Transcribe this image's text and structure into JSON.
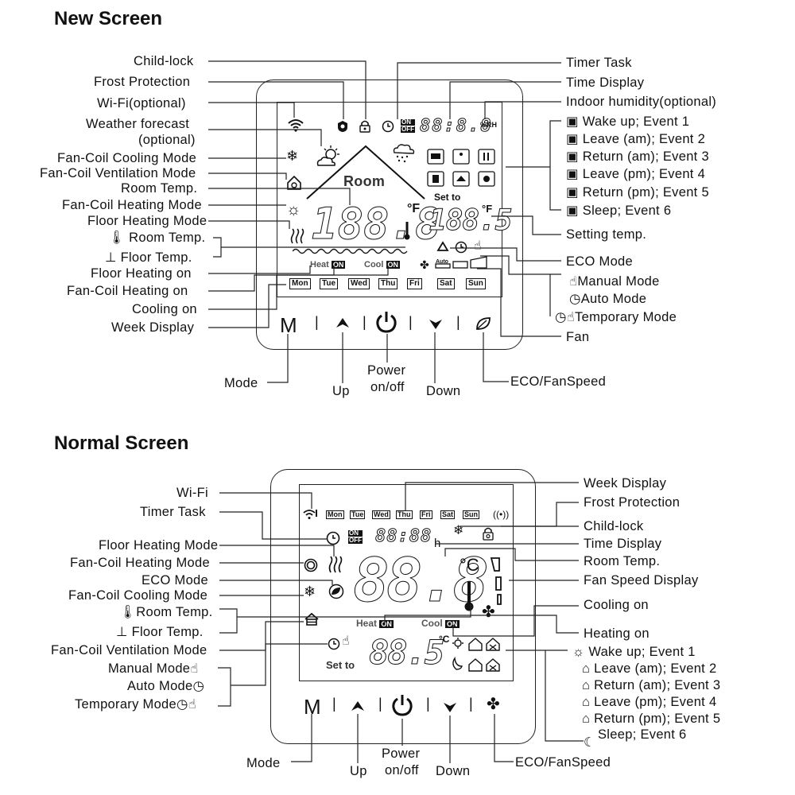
{
  "new_screen": {
    "title": "New Screen",
    "labels_left": {
      "child_lock": "Child-lock",
      "frost_protection": "Frost Protection",
      "wifi": "Wi-Fi(optional)",
      "weather_1": "Weather forecast",
      "weather_2": "(optional)",
      "fancoil_cooling_mode": "Fan-Coil Cooling Mode",
      "fancoil_ventilation_mode": "Fan-Coil Ventilation Mode",
      "room_temp": "Room Temp.",
      "fancoil_heating_mode": "Fan-Coil Heating Mode",
      "floor_heating_mode": "Floor Heating Mode",
      "room_temp_sensor": "Room Temp.",
      "floor_temp_sensor": "Floor Temp.",
      "floor_heating_on": "Floor Heating on",
      "fancoil_heating_on": "Fan-Coil Heating on",
      "cooling_on": "Cooling on",
      "week_display": "Week Display"
    },
    "labels_right": {
      "timer_task": "Timer Task",
      "time_display": "Time Display",
      "indoor_humidity": "Indoor humidity(optional)",
      "events": [
        "Wake up; Event 1",
        "Leave (am); Event 2",
        "Return (am); Event 3",
        "Leave (pm); Event 4",
        "Return (pm); Event 5",
        "Sleep; Event 6"
      ],
      "setting_temp": "Setting temp.",
      "eco_mode": "ECO Mode",
      "manual_mode": "Manual Mode",
      "auto_mode": "Auto Mode",
      "temporary_mode": "Temporary Mode",
      "fan": "Fan"
    },
    "buttons": {
      "mode_symbol": "M",
      "mode": "Mode",
      "up": "Up",
      "power_1": "Power",
      "power_2": "on/off",
      "down": "Down",
      "eco_fanspeed": "ECO/FanSpeed"
    },
    "lcd": {
      "room": "Room",
      "set_to": "Set to",
      "main_digits": "188.8",
      "set_digits": "188.5",
      "time_digits": "88:8.8",
      "unit_f": "°F",
      "heat": "Heat",
      "cool": "Cool",
      "on": "ON",
      "off": "OFF",
      "auto": "Auto",
      "percent_rh": "%RH",
      "days": [
        "Mon",
        "Tue",
        "Wed",
        "Thu",
        "Fri",
        "Sat",
        "Sun"
      ]
    }
  },
  "normal_screen": {
    "title": "Normal Screen",
    "labels_left": {
      "wifi": "Wi-Fi",
      "timer_task": "Timer Task",
      "floor_heating_mode": "Floor Heating Mode",
      "fancoil_heating_mode": "Fan-Coil Heating Mode",
      "eco_mode": "ECO Mode",
      "fancoil_cooling_mode": "Fan-Coil Cooling Mode",
      "room_temp": "Room Temp.",
      "floor_temp": "Floor Temp.",
      "fancoil_ventilation_mode": "Fan-Coil Ventilation Mode",
      "manual_mode": "Manual Mode",
      "auto_mode": "Auto Mode",
      "temporary_mode": "Temporary Mode"
    },
    "labels_right": {
      "week_display": "Week Display",
      "frost_protection": "Frost Protection",
      "child_lock": "Child-lock",
      "time_display": "Time Display",
      "room_temp": "Room Temp.",
      "fan_speed_display": "Fan Speed Display",
      "cooling_on": "Cooling on",
      "heating_on": "Heating on",
      "events": [
        "Wake up; Event 1",
        "Leave (am); Event 2",
        "Return (am); Event 3",
        "Leave (pm); Event 4",
        "Return (pm); Event 5",
        "Sleep; Event 6"
      ]
    },
    "buttons": {
      "mode_symbol": "M",
      "mode": "Mode",
      "up": "Up",
      "power_1": "Power",
      "power_2": "on/off",
      "down": "Down",
      "eco_fanspeed": "ECO/FanSpeed"
    },
    "lcd": {
      "set_to": "Set to",
      "main_digits": "88.8",
      "set_digits": "88.5",
      "time_digits": "88:88",
      "h": "h",
      "unit_c": "°C",
      "heat": "Heat",
      "cool": "Cool",
      "on": "ON",
      "off": "OFF",
      "days": [
        "Mon",
        "Tue",
        "Wed",
        "Thu",
        "Fri",
        "Sat",
        "Sun"
      ]
    }
  }
}
